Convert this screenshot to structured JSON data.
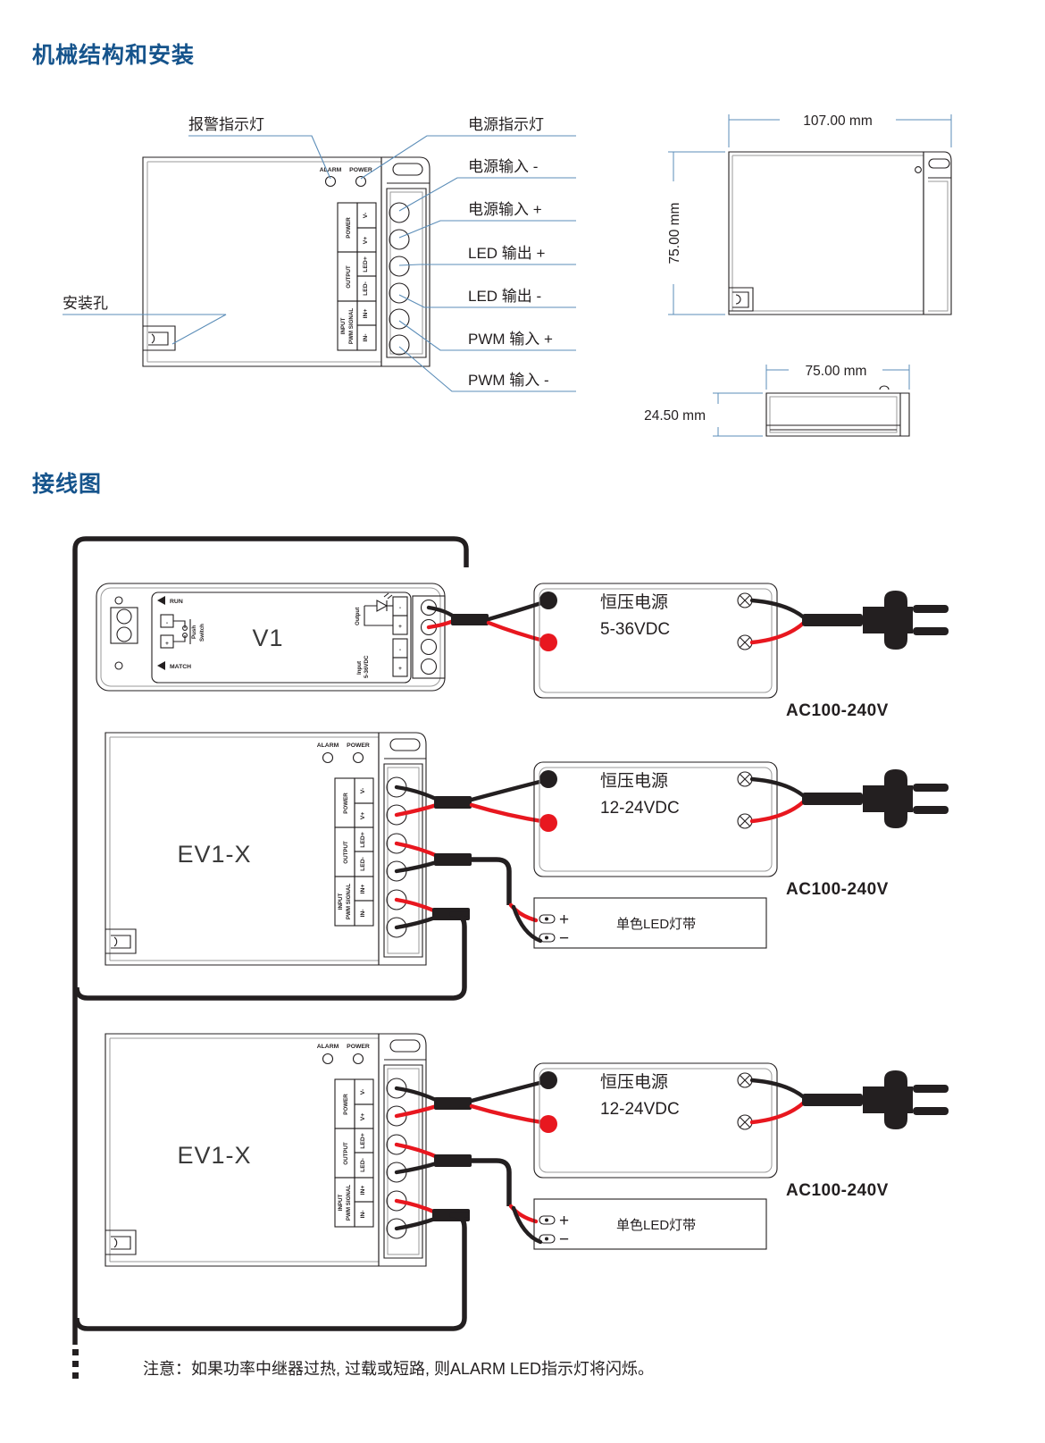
{
  "page": {
    "sections": [
      {
        "id": "mechanical",
        "title": "机械结构和安装"
      },
      {
        "id": "wiring",
        "title": "接线图"
      }
    ]
  },
  "mechanical": {
    "callouts": {
      "alarm_led": "报警指示灯",
      "power_led": "电源指示灯",
      "power_in_neg": "电源输入 -",
      "power_in_pos": "电源输入 +",
      "led_out_pos": "LED 输出 +",
      "led_out_neg": "LED 输出 -",
      "pwm_in_pos": "PWM 输入 +",
      "pwm_in_neg": "PWM 输入 -",
      "mounting_hole": "安装孔"
    },
    "device_labels": {
      "alarm": "ALARM",
      "power": "POWER"
    },
    "terminal_block": {
      "groups": [
        {
          "group": "POWER",
          "pins": [
            "V-",
            "V+"
          ]
        },
        {
          "group": "OUTPUT",
          "pins": [
            "LED+",
            "LED-"
          ]
        },
        {
          "group": "INPUT PWM SIGNAL",
          "pins": [
            "IN+",
            "IN-"
          ]
        }
      ]
    },
    "dimensions": {
      "top_width": "107.00 mm",
      "top_height": "75.00 mm",
      "side_width": "75.00 mm",
      "side_height": "24.50 mm"
    }
  },
  "wiring": {
    "rows": [
      {
        "device": "V1",
        "device_type": "controller",
        "labels": {
          "run": "RUN",
          "match": "MATCH",
          "push_switch": "Push Switch",
          "output": "Output",
          "input": "Input 5-36VDC",
          "minus": "-",
          "plus": "+"
        },
        "psu": {
          "line1": "恒压电源",
          "line2": "5-36VDC"
        },
        "mains": "AC100-240V",
        "led_strip": null
      },
      {
        "device": "EV1-X",
        "device_type": "repeater",
        "labels": {
          "alarm": "ALARM",
          "power": "POWER"
        },
        "terminal_block": {
          "groups": [
            {
              "group": "POWER",
              "pins": [
                "V-",
                "V+"
              ]
            },
            {
              "group": "OUTPUT",
              "pins": [
                "LED+",
                "LED-"
              ]
            },
            {
              "group": "INPUT PWM SIGNAL",
              "pins": [
                "IN+",
                "IN-"
              ]
            }
          ]
        },
        "psu": {
          "line1": "恒压电源",
          "line2": "12-24VDC"
        },
        "mains": "AC100-240V",
        "led_strip": {
          "label": "单色LED灯带",
          "plus": "+",
          "minus": "−"
        }
      },
      {
        "device": "EV1-X",
        "device_type": "repeater",
        "labels": {
          "alarm": "ALARM",
          "power": "POWER"
        },
        "terminal_block": {
          "groups": [
            {
              "group": "POWER",
              "pins": [
                "V-",
                "V+"
              ]
            },
            {
              "group": "OUTPUT",
              "pins": [
                "LED+",
                "LED-"
              ]
            },
            {
              "group": "INPUT PWM SIGNAL",
              "pins": [
                "IN+",
                "IN-"
              ]
            }
          ]
        },
        "psu": {
          "line1": "恒压电源",
          "line2": "12-24VDC"
        },
        "mains": "AC100-240V",
        "led_strip": {
          "label": "单色LED灯带",
          "plus": "+",
          "minus": "−"
        }
      }
    ],
    "note": "注意：如果功率中继器过热, 过载或短路, 则ALARM LED指示灯将闪烁。"
  },
  "colors": {
    "heading": "#16548c",
    "ink": "#231f20",
    "lead": "#5b8db8",
    "wire_red": "#e8171f",
    "wire_black": "#231f20"
  }
}
